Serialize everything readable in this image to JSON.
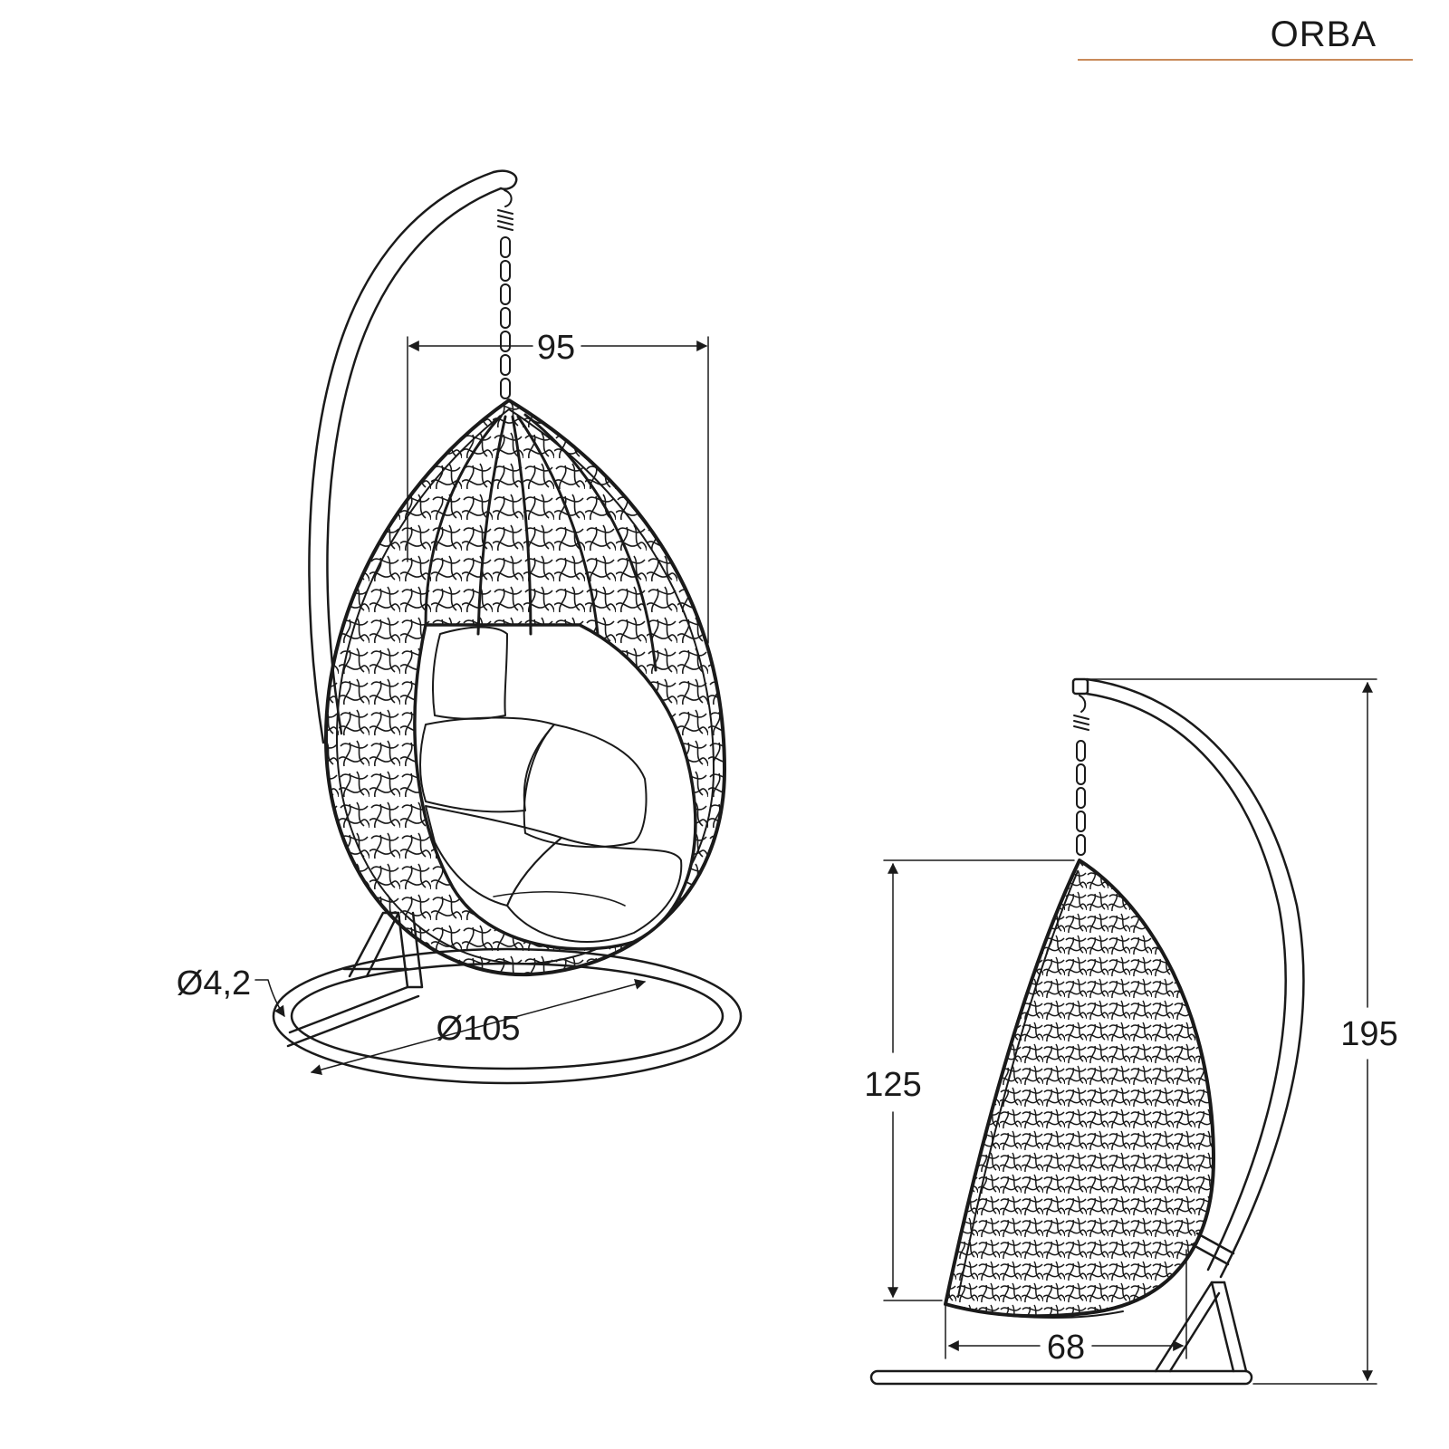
{
  "header": {
    "title": "ORBA"
  },
  "front_view": {
    "width_label": "95",
    "base_diameter_label": "Ø105",
    "tube_diameter_label": "Ø4,2"
  },
  "side_view": {
    "seat_height_label": "125",
    "depth_label": "68",
    "total_height_label": "195"
  },
  "colors": {
    "line": "#1a1a1a",
    "accent_rule": "#c98a5a",
    "background": "#ffffff"
  }
}
